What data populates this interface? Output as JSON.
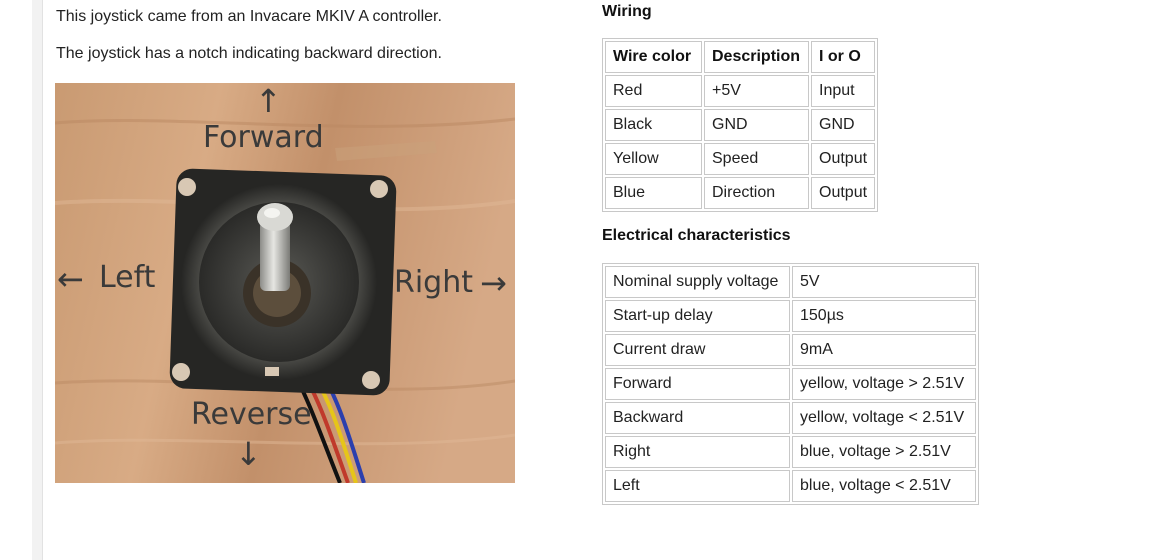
{
  "intro": {
    "line1": "This joystick came from an Invacare MKIV A controller.",
    "line2": "The joystick has a notch indicating backward direction."
  },
  "photo": {
    "labels": {
      "forward": "Forward",
      "reverse": "Reverse",
      "left": "Left",
      "right": "Right",
      "up_arrow": "↑",
      "down_arrow": "↓",
      "left_arrow": "←",
      "right_arrow": "→"
    },
    "wire_colors": [
      "#2b3fae",
      "#e6c519",
      "#c0392b",
      "#111111"
    ]
  },
  "wiring": {
    "heading": "Wiring",
    "columns": [
      "Wire color",
      "Description",
      "I or O"
    ],
    "rows": [
      [
        "Red",
        "+5V",
        "Input"
      ],
      [
        "Black",
        "GND",
        "GND"
      ],
      [
        "Yellow",
        "Speed",
        "Output"
      ],
      [
        "Blue",
        "Direction",
        "Output"
      ]
    ]
  },
  "electrical": {
    "heading": "Electrical characteristics",
    "rows": [
      [
        "Nominal supply voltage",
        "5V"
      ],
      [
        "Start-up delay",
        "150µs"
      ],
      [
        "Current draw",
        "9mA"
      ],
      [
        "Forward",
        "yellow, voltage > 2.51V"
      ],
      [
        "Backward",
        "yellow, voltage < 2.51V"
      ],
      [
        "Right",
        "blue, voltage > 2.51V"
      ],
      [
        "Left",
        "blue, voltage < 2.51V"
      ]
    ]
  }
}
